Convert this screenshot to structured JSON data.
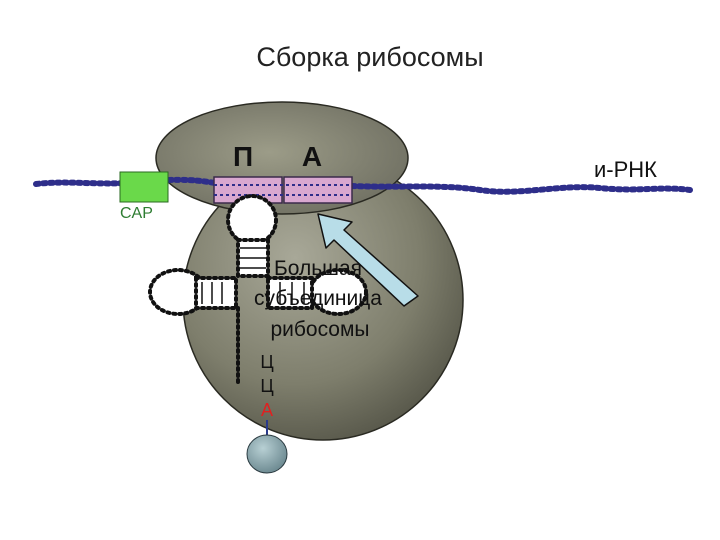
{
  "title": "Сборка  рибосомы",
  "sites": {
    "p": "П",
    "a": "А"
  },
  "mrna_label": "и-РНК",
  "cap_label": "CAP",
  "large_subunit_label": {
    "line1": "Большая",
    "line2": "субъединица",
    "line3": "рибосомы"
  },
  "trna_end": {
    "c1": "Ц",
    "c2": "Ц",
    "a": "А"
  },
  "colors": {
    "subunit_fill": "#8a8a78",
    "subunit_dark": "#5e5e50",
    "cap_fill": "#6ad94a",
    "cap_text": "#2e7d32",
    "mrna_dots": "#2e2e8a",
    "site_fill": "#d9a8d0",
    "arrow_fill": "#b8dde8",
    "amino_acid": "#7fa0a8",
    "adenine_red": "#e02020"
  }
}
